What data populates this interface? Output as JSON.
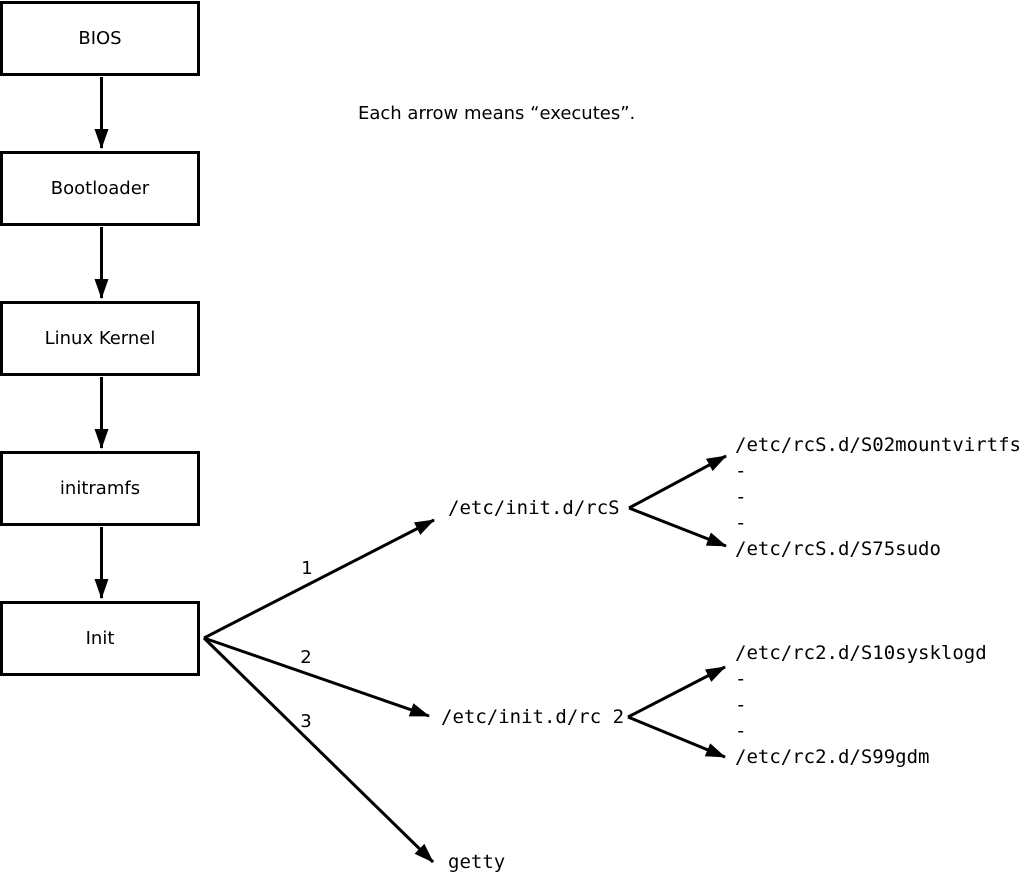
{
  "note": "Each arrow means “executes”.",
  "boot_chain": [
    {
      "label": "BIOS"
    },
    {
      "label": "Bootloader"
    },
    {
      "label": "Linux Kernel"
    },
    {
      "label": "initramfs"
    },
    {
      "label": "Init"
    }
  ],
  "init_arrows": [
    {
      "label": "1",
      "target": "/etc/init.d/rcS"
    },
    {
      "label": "2",
      "target": "/etc/init.d/rc 2"
    },
    {
      "label": "3",
      "target": "getty"
    }
  ],
  "nodes": {
    "rcS": "/etc/init.d/rcS",
    "rc2": "/etc/init.d/rc 2",
    "getty": "getty"
  },
  "rcS_children": [
    "/etc/rcS.d/S02mountvirtfs",
    "-",
    "-",
    "-",
    "/etc/rcS.d/S75sudo"
  ],
  "rc2_children": [
    "/etc/rc2.d/S10sysklogd",
    "-",
    "-",
    "-",
    "/etc/rc2.d/S99gdm"
  ],
  "colors": {
    "line": "#000000",
    "background": "#ffffff"
  }
}
